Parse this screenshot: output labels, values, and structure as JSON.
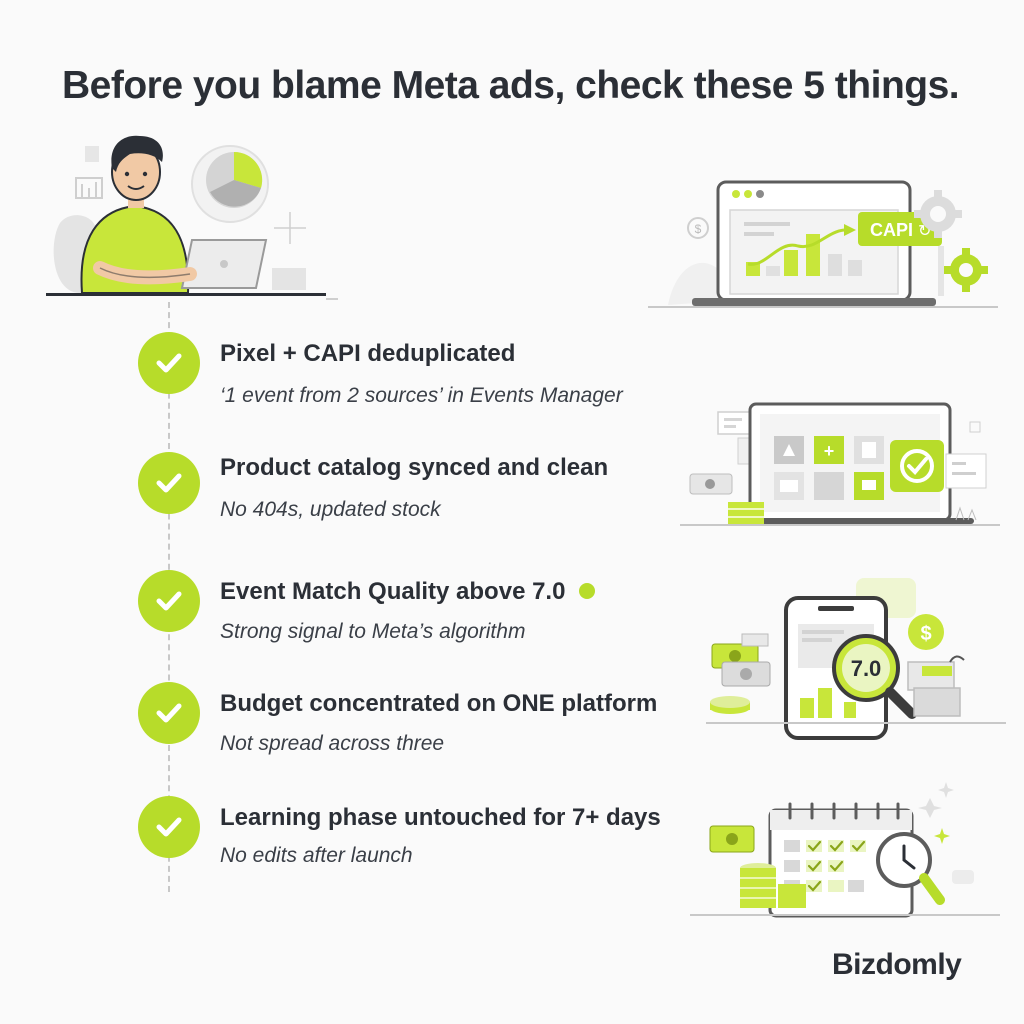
{
  "header": {
    "title": "Before you blame Meta ads, check these 5 things."
  },
  "checklist": [
    {
      "title": "Pixel + CAPI deduplicated",
      "subtitle": "‘1 event from 2 sources’ in Events Manager"
    },
    {
      "title": "Product catalog synced and clean",
      "subtitle": "No 404s, updated stock"
    },
    {
      "title": "Event Match Quality above 7.0",
      "subtitle": "Strong signal to Meta’s algorithm"
    },
    {
      "title": "Budget concentrated on ONE platform",
      "subtitle": "Not spread across three"
    },
    {
      "title": "Learning phase untouched for 7+ days",
      "subtitle": "No edits after launch"
    }
  ],
  "illustrations": {
    "capi_badge": "CAPI",
    "score_badge": "7.0"
  },
  "brand": {
    "name": "Bizdomly"
  },
  "colors": {
    "accent": "#b7dc2a",
    "text": "#2b2f36",
    "background": "#fafafa",
    "gray": "#d9d9d9"
  }
}
